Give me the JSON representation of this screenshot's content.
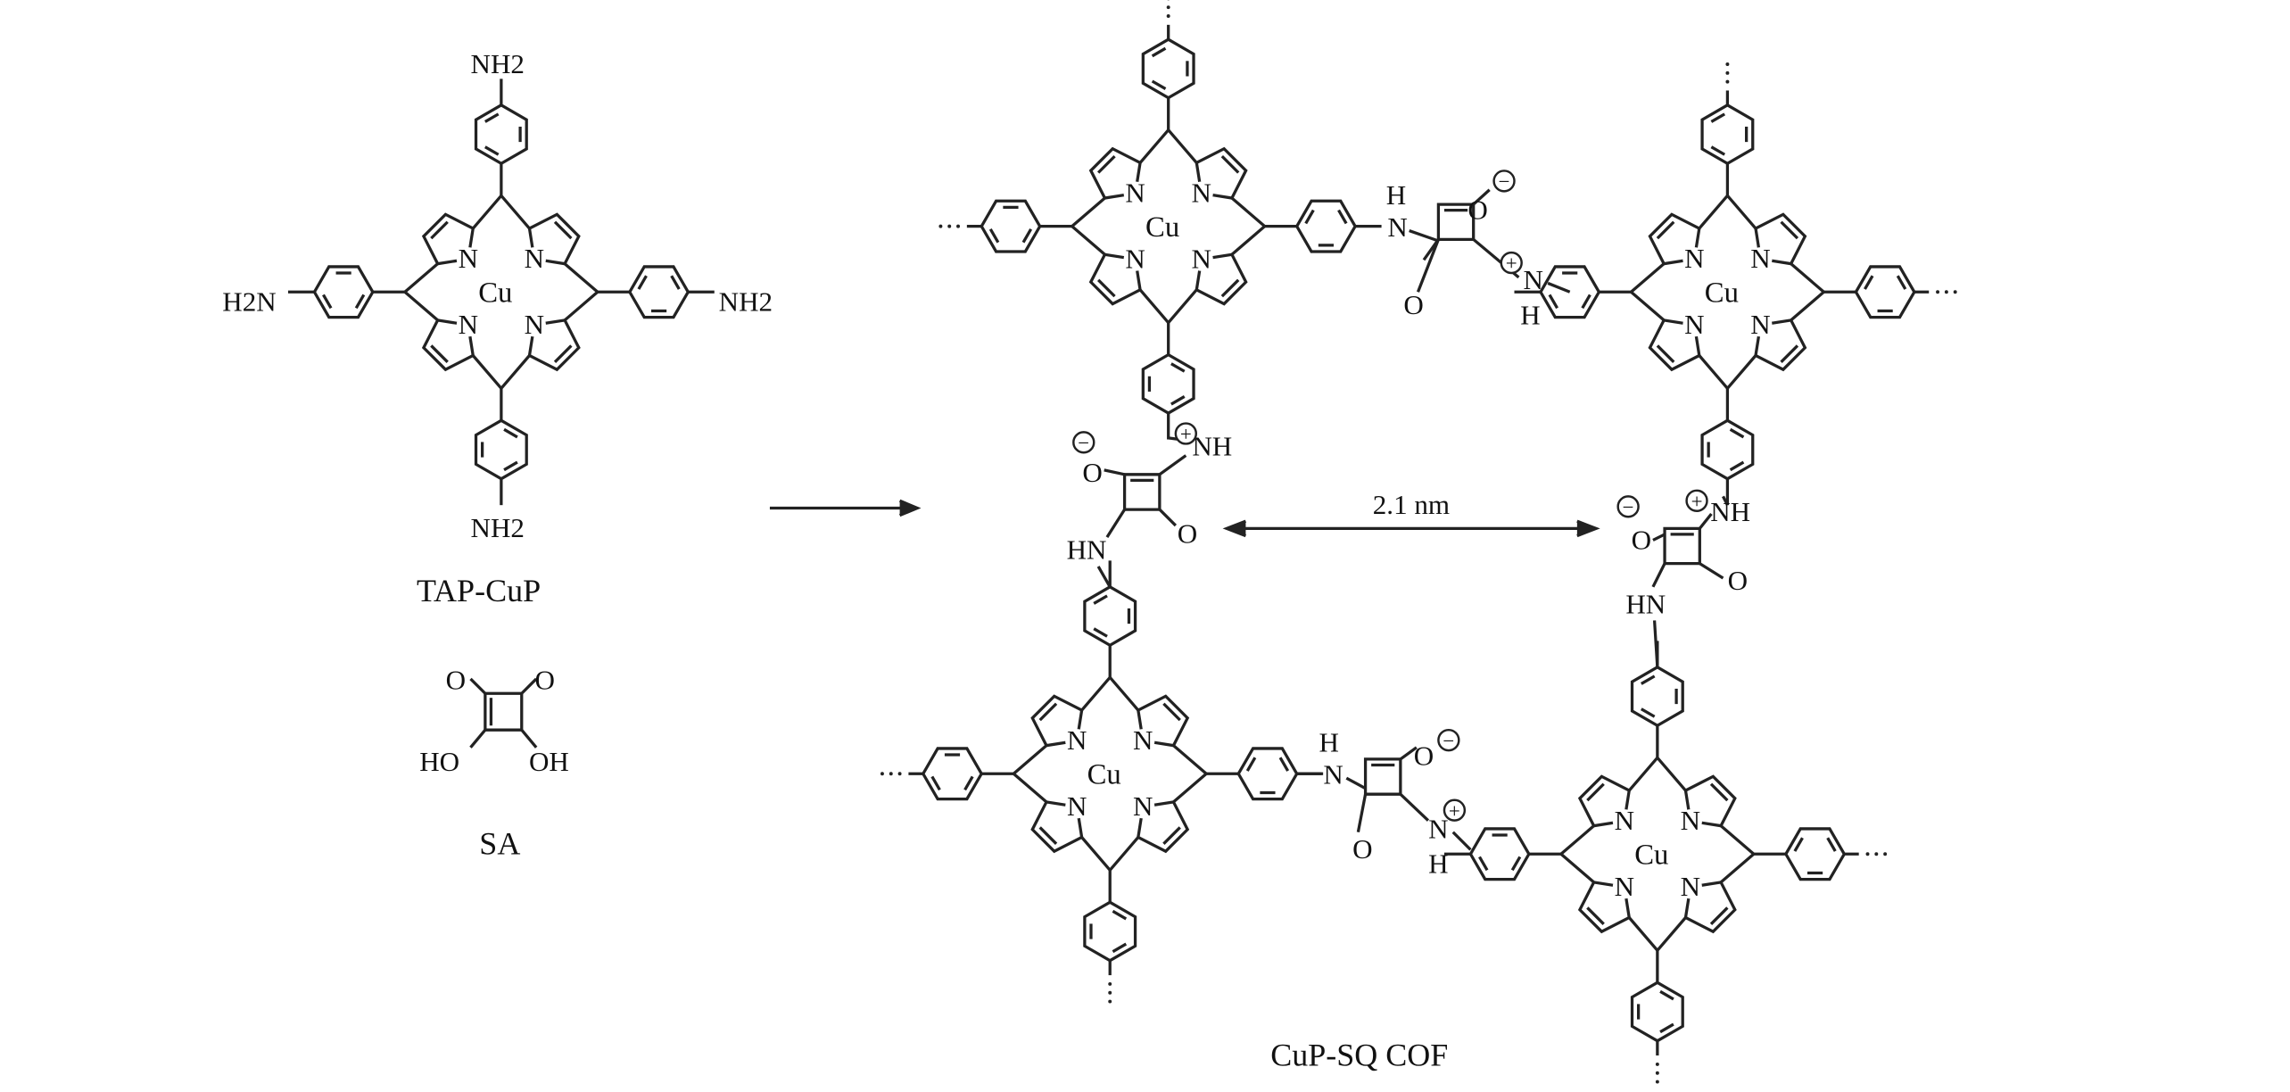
{
  "reactants": {
    "porphyrin_name": "TAP-CuP",
    "amine_label": "NH2",
    "amine_label_left": "H2N",
    "acid_name": "SA",
    "acid_ho": "HO",
    "acid_oh": "OH",
    "acid_o": "O"
  },
  "atoms": {
    "N": "N",
    "Cu": "Cu",
    "O": "O",
    "H": "H",
    "NH": "NH",
    "HN": "HN",
    "plus": "+",
    "minus": "−"
  },
  "product": {
    "name": "CuP-SQ COF",
    "pore_distance": "2.1 nm"
  }
}
